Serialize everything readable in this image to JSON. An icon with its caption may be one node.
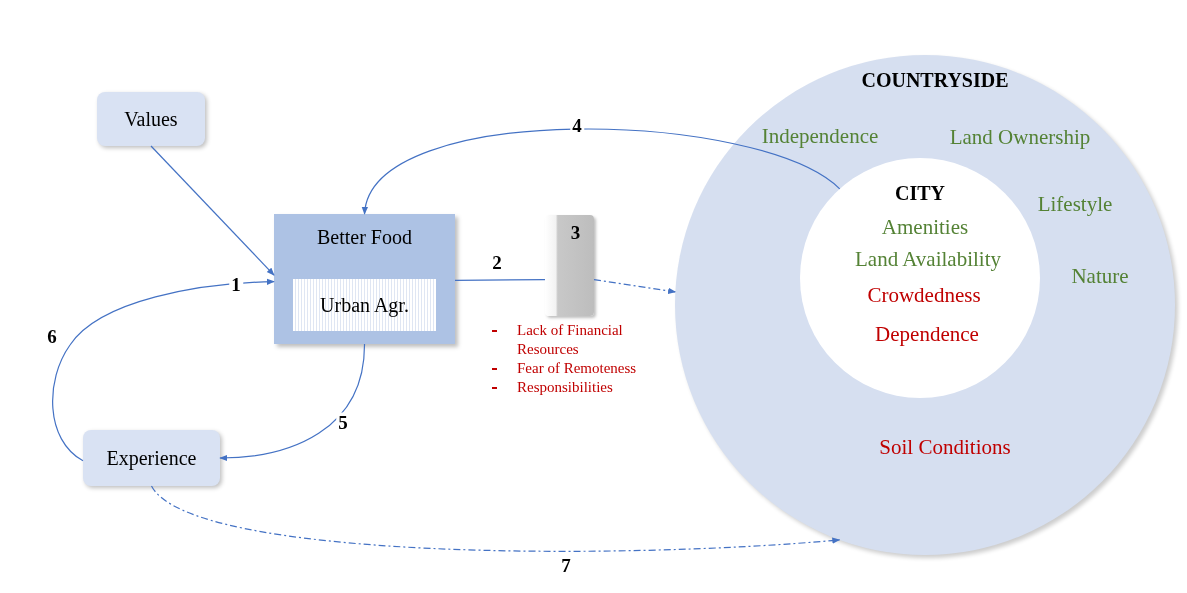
{
  "diagram": {
    "nodes": [
      {
        "text": [
          "Values"
        ]
      },
      {
        "text": [
          "Better Food"
        ]
      },
      {
        "text": [
          "Urban Agr."
        ],
        "in": 1
      },
      {
        "text": [
          "3"
        ],
        "beside": [
          "Lack of Financial Resources",
          "Fear of Remoteness",
          "Responsibilities"
        ]
      },
      {
        "text": [
          "Experience"
        ]
      },
      {
        "text": [
          "COUNTRYSIDE",
          "Independence",
          "Land Ownership",
          "Lifestyle",
          "Nature",
          "Soil Conditions"
        ]
      },
      {
        "text": [
          "CITY",
          "Amenities",
          "Land Availability",
          "Crowdedness",
          "Dependence"
        ],
        "in": 5
      }
    ],
    "edges": [
      {
        "from": 0,
        "to": 1,
        "arrow": "to"
      },
      {
        "from": 4,
        "to": 1,
        "arrow": "to",
        "label": "1"
      },
      {
        "from": 1,
        "to": 3,
        "arrow": "none",
        "label": "2"
      },
      {
        "from": 3,
        "to": 5,
        "arrow": "to",
        "style": "dashed"
      },
      {
        "from": 6,
        "to": 1,
        "arrow": "to",
        "label": "4"
      },
      {
        "from": 1,
        "to": 4,
        "arrow": "to",
        "label": "5"
      },
      {
        "from": 4,
        "to": 5,
        "arrow": "to",
        "style": "dashed",
        "label": "7"
      }
    ],
    "labels": [
      "6"
    ]
  }
}
